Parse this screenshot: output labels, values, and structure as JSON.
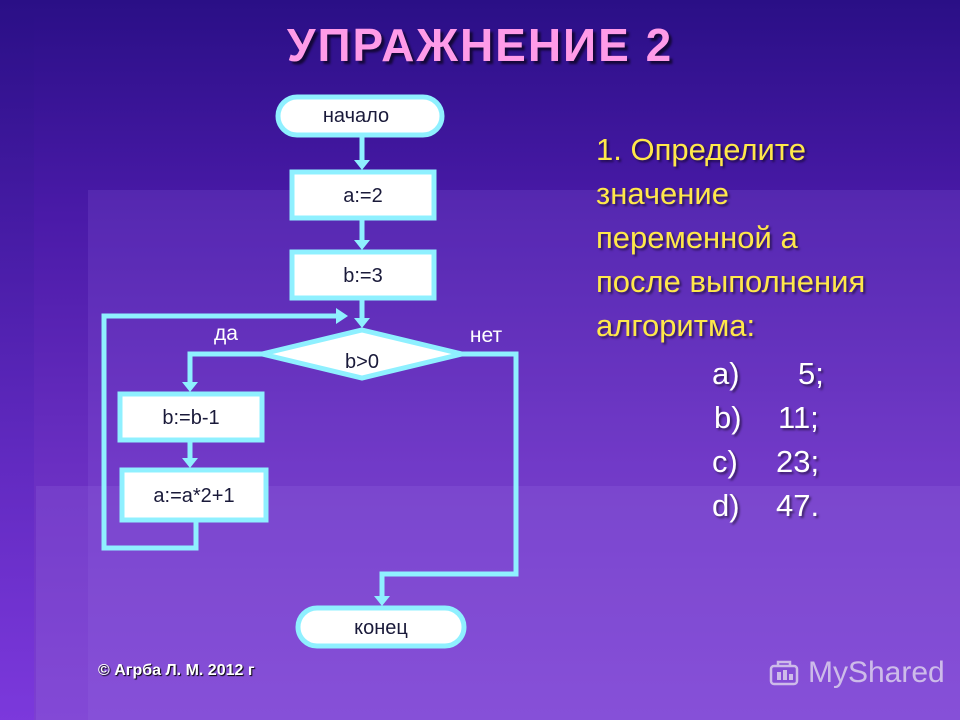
{
  "title": "УПРАЖНЕНИЕ 2",
  "flowchart": {
    "start": "начало",
    "assign_a": "a:=2",
    "assign_b": "b:=3",
    "condition": "b>0",
    "yes": "да",
    "no": "нет",
    "decrement": "b:=b-1",
    "update_a": "a:=a*2+1",
    "end": "конец"
  },
  "question": {
    "lines": [
      "1. Определите",
      "значение",
      "переменной а",
      "после выполнения",
      "алгоритма:"
    ],
    "options": [
      {
        "letter": "a)",
        "value": "5;"
      },
      {
        "letter": "b)",
        "value": "11;"
      },
      {
        "letter": "c)",
        "value": "23;"
      },
      {
        "letter": "d)",
        "value": "47."
      }
    ]
  },
  "copyright": "© Агрба Л. М. 2012 г",
  "watermark": "MyShared",
  "colors": {
    "flow_stroke": "#8ff0ff",
    "question_text": "#ffe84a",
    "title": "#ff9be8"
  }
}
